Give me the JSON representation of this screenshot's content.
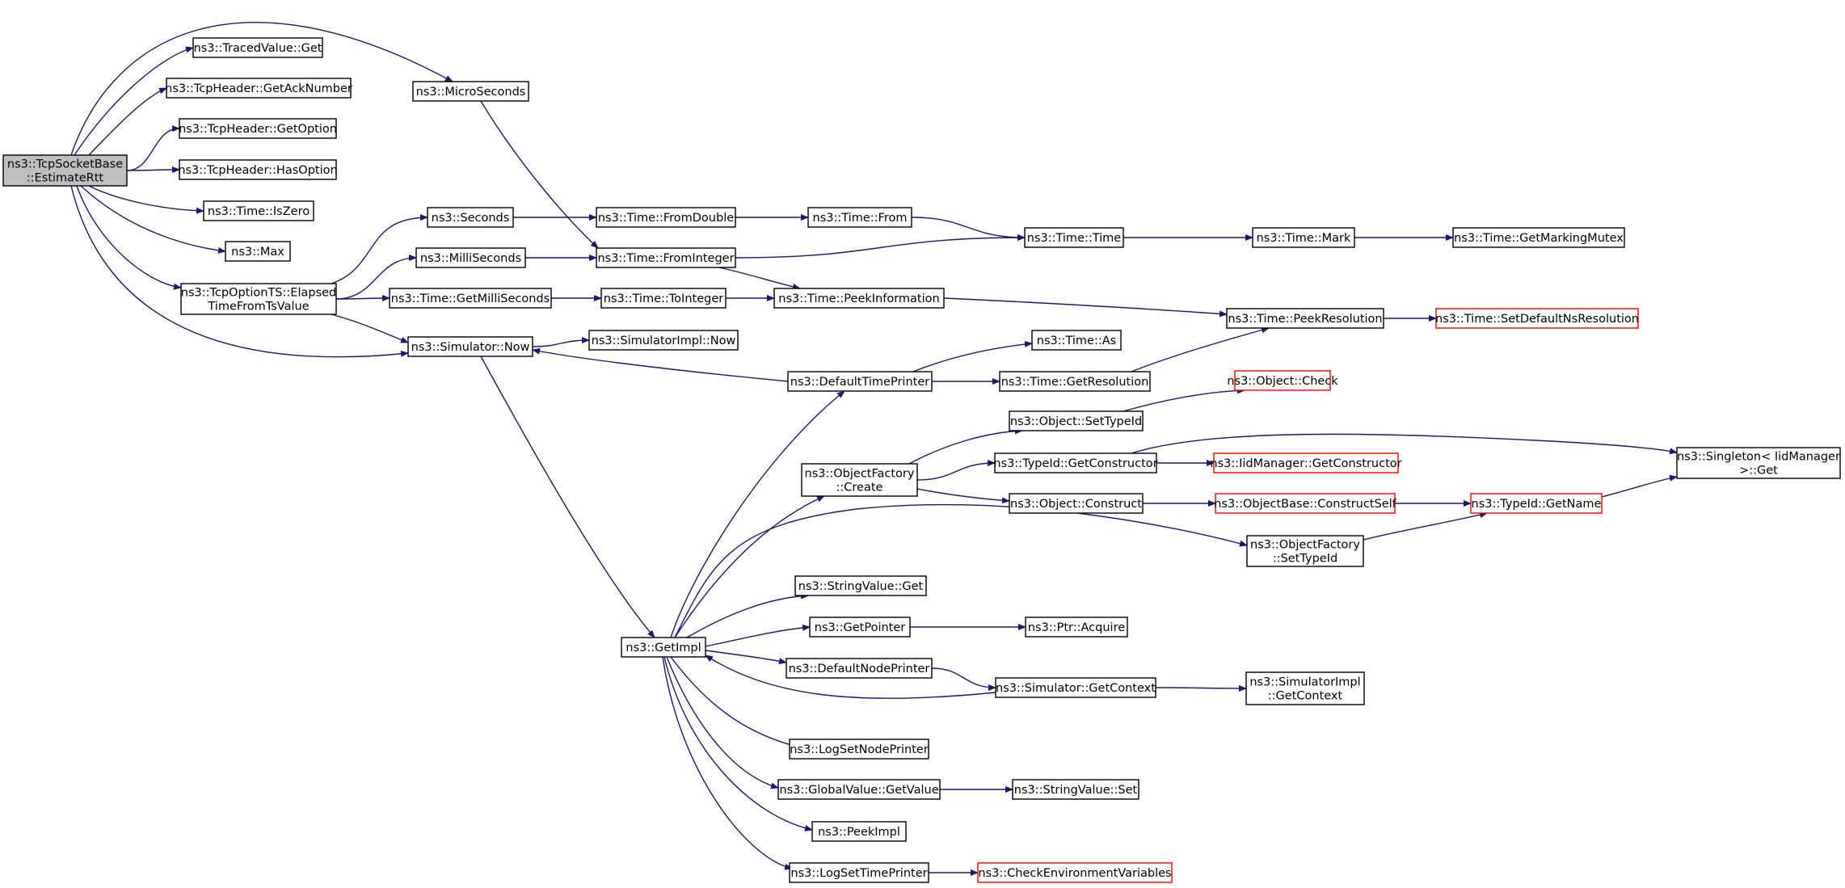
{
  "diagram": {
    "colors": {
      "edge": "#191970",
      "node_border": "#000000",
      "node_fill": "#ffffff",
      "root_fill": "#bfbfbf",
      "truncated_border": "#ff0000"
    },
    "nodes": [
      {
        "id": "root",
        "lines": [
          "ns3::TcpSocketBase",
          "::EstimateRtt"
        ],
        "kind": "root"
      },
      {
        "id": "tracedvalue-get",
        "lines": [
          "ns3::TracedValue::Get"
        ]
      },
      {
        "id": "tcpheader-getacknumber",
        "lines": [
          "ns3::TcpHeader::GetAckNumber"
        ]
      },
      {
        "id": "tcpheader-getoption",
        "lines": [
          "ns3::TcpHeader::GetOption"
        ]
      },
      {
        "id": "tcpheader-hasoption",
        "lines": [
          "ns3::TcpHeader::HasOption"
        ]
      },
      {
        "id": "time-iszero",
        "lines": [
          "ns3::Time::IsZero"
        ]
      },
      {
        "id": "max",
        "lines": [
          "ns3::Max"
        ]
      },
      {
        "id": "tcpoptionts-elapsed",
        "lines": [
          "ns3::TcpOptionTS::Elapsed",
          "TimeFromTsValue"
        ]
      },
      {
        "id": "microseconds",
        "lines": [
          "ns3::MicroSeconds"
        ]
      },
      {
        "id": "seconds",
        "lines": [
          "ns3::Seconds"
        ]
      },
      {
        "id": "milliseconds",
        "lines": [
          "ns3::MilliSeconds"
        ]
      },
      {
        "id": "time-getmilliseconds",
        "lines": [
          "ns3::Time::GetMilliSeconds"
        ]
      },
      {
        "id": "simulator-now",
        "lines": [
          "ns3::Simulator::Now"
        ]
      },
      {
        "id": "time-fromdouble",
        "lines": [
          "ns3::Time::FromDouble"
        ]
      },
      {
        "id": "time-frominteger",
        "lines": [
          "ns3::Time::FromInteger"
        ]
      },
      {
        "id": "time-tointeger",
        "lines": [
          "ns3::Time::ToInteger"
        ]
      },
      {
        "id": "simulatorimpl-now",
        "lines": [
          "ns3::SimulatorImpl::Now"
        ]
      },
      {
        "id": "time-from",
        "lines": [
          "ns3::Time::From"
        ]
      },
      {
        "id": "time-peekinformation",
        "lines": [
          "ns3::Time::PeekInformation"
        ]
      },
      {
        "id": "time-time",
        "lines": [
          "ns3::Time::Time"
        ]
      },
      {
        "id": "time-mark",
        "lines": [
          "ns3::Time::Mark"
        ]
      },
      {
        "id": "time-getmarkingmutex",
        "lines": [
          "ns3::Time::GetMarkingMutex"
        ]
      },
      {
        "id": "time-peekresolution",
        "lines": [
          "ns3::Time::PeekResolution"
        ]
      },
      {
        "id": "time-setdefaultnsresolution",
        "lines": [
          "ns3::Time::SetDefaultNsResolution"
        ],
        "kind": "truncated"
      },
      {
        "id": "time-as",
        "lines": [
          "ns3::Time::As"
        ]
      },
      {
        "id": "defaulttimeprinter",
        "lines": [
          "ns3::DefaultTimePrinter"
        ]
      },
      {
        "id": "time-getresolution",
        "lines": [
          "ns3::Time::GetResolution"
        ]
      },
      {
        "id": "object-check",
        "lines": [
          "ns3::Object::Check"
        ],
        "kind": "truncated"
      },
      {
        "id": "object-settypeid",
        "lines": [
          "ns3::Object::SetTypeId"
        ]
      },
      {
        "id": "typeid-getconstructor",
        "lines": [
          "ns3::TypeId::GetConstructor"
        ]
      },
      {
        "id": "iidmanager-getconstructor",
        "lines": [
          "ns3::IidManager::GetConstructor"
        ],
        "kind": "truncated"
      },
      {
        "id": "singleton-get",
        "lines": [
          "ns3::Singleton< IidManager",
          " >::Get"
        ]
      },
      {
        "id": "objectfactory-create",
        "lines": [
          "ns3::ObjectFactory",
          "::Create"
        ]
      },
      {
        "id": "object-construct",
        "lines": [
          "ns3::Object::Construct"
        ]
      },
      {
        "id": "objectbase-constructself",
        "lines": [
          "ns3::ObjectBase::ConstructSelf"
        ],
        "kind": "truncated"
      },
      {
        "id": "typeid-getname",
        "lines": [
          "ns3::TypeId::GetName"
        ],
        "kind": "truncated"
      },
      {
        "id": "objectfactory-settypeid",
        "lines": [
          "ns3::ObjectFactory",
          "::SetTypeId"
        ]
      },
      {
        "id": "stringvalue-get",
        "lines": [
          "ns3::StringValue::Get"
        ]
      },
      {
        "id": "getpointer",
        "lines": [
          "ns3::GetPointer"
        ]
      },
      {
        "id": "ptr-acquire",
        "lines": [
          "ns3::Ptr::Acquire"
        ]
      },
      {
        "id": "getimpl",
        "lines": [
          "ns3::GetImpl"
        ]
      },
      {
        "id": "defaultnodeprinter",
        "lines": [
          "ns3::DefaultNodePrinter"
        ]
      },
      {
        "id": "simulator-getcontext",
        "lines": [
          "ns3::Simulator::GetContext"
        ]
      },
      {
        "id": "simulatorimpl-getcontext",
        "lines": [
          "ns3::SimulatorImpl",
          "::GetContext"
        ]
      },
      {
        "id": "logsetnodeprinter",
        "lines": [
          "ns3::LogSetNodePrinter"
        ]
      },
      {
        "id": "globalvalue-getvalue",
        "lines": [
          "ns3::GlobalValue::GetValue"
        ]
      },
      {
        "id": "stringvalue-set",
        "lines": [
          "ns3::StringValue::Set"
        ]
      },
      {
        "id": "peekimpl",
        "lines": [
          "ns3::PeekImpl"
        ]
      },
      {
        "id": "logsettimeprinter",
        "lines": [
          "ns3::LogSetTimePrinter"
        ]
      },
      {
        "id": "checkenvironmentvariables",
        "lines": [
          "ns3::CheckEnvironmentVariables"
        ],
        "kind": "truncated"
      }
    ],
    "edges": [
      [
        "root",
        "microseconds"
      ],
      [
        "root",
        "tracedvalue-get"
      ],
      [
        "root",
        "tcpheader-getacknumber"
      ],
      [
        "root",
        "tcpheader-getoption"
      ],
      [
        "root",
        "tcpheader-hasoption"
      ],
      [
        "root",
        "time-iszero"
      ],
      [
        "root",
        "max"
      ],
      [
        "root",
        "tcpoptionts-elapsed"
      ],
      [
        "root",
        "simulator-now"
      ],
      [
        "microseconds",
        "time-frominteger"
      ],
      [
        "tcpoptionts-elapsed",
        "seconds"
      ],
      [
        "tcpoptionts-elapsed",
        "milliseconds"
      ],
      [
        "tcpoptionts-elapsed",
        "time-getmilliseconds"
      ],
      [
        "tcpoptionts-elapsed",
        "simulator-now"
      ],
      [
        "seconds",
        "time-fromdouble"
      ],
      [
        "milliseconds",
        "time-frominteger"
      ],
      [
        "time-getmilliseconds",
        "time-tointeger"
      ],
      [
        "time-fromdouble",
        "time-from"
      ],
      [
        "time-from",
        "time-time"
      ],
      [
        "time-frominteger",
        "time-time"
      ],
      [
        "time-frominteger",
        "time-peekinformation"
      ],
      [
        "time-tointeger",
        "time-peekinformation"
      ],
      [
        "time-time",
        "time-mark"
      ],
      [
        "time-mark",
        "time-getmarkingmutex"
      ],
      [
        "time-peekinformation",
        "time-peekresolution"
      ],
      [
        "time-peekresolution",
        "time-setdefaultnsresolution"
      ],
      [
        "simulator-now",
        "simulatorimpl-now"
      ],
      [
        "simulator-now",
        "getimpl"
      ],
      [
        "defaulttimeprinter",
        "simulator-now"
      ],
      [
        "defaulttimeprinter",
        "time-as"
      ],
      [
        "defaulttimeprinter",
        "time-getresolution"
      ],
      [
        "time-getresolution",
        "time-peekresolution"
      ],
      [
        "getimpl",
        "defaulttimeprinter"
      ],
      [
        "getimpl",
        "objectfactory-create"
      ],
      [
        "getimpl",
        "objectfactory-settypeid"
      ],
      [
        "getimpl",
        "stringvalue-get"
      ],
      [
        "getimpl",
        "getpointer"
      ],
      [
        "getimpl",
        "defaultnodeprinter"
      ],
      [
        "getimpl",
        "logsetnodeprinter"
      ],
      [
        "getimpl",
        "globalvalue-getvalue"
      ],
      [
        "getimpl",
        "peekimpl"
      ],
      [
        "getimpl",
        "logsettimeprinter"
      ],
      [
        "objectfactory-create",
        "object-settypeid"
      ],
      [
        "objectfactory-create",
        "typeid-getconstructor"
      ],
      [
        "objectfactory-create",
        "object-construct"
      ],
      [
        "object-settypeid",
        "object-check"
      ],
      [
        "typeid-getconstructor",
        "iidmanager-getconstructor"
      ],
      [
        "typeid-getconstructor",
        "singleton-get"
      ],
      [
        "object-construct",
        "objectbase-constructself"
      ],
      [
        "objectbase-constructself",
        "typeid-getname"
      ],
      [
        "objectfactory-settypeid",
        "typeid-getname"
      ],
      [
        "typeid-getname",
        "singleton-get"
      ],
      [
        "getpointer",
        "ptr-acquire"
      ],
      [
        "defaultnodeprinter",
        "simulator-getcontext"
      ],
      [
        "simulator-getcontext",
        "simulatorimpl-getcontext"
      ],
      [
        "simulator-getcontext",
        "getimpl"
      ],
      [
        "globalvalue-getvalue",
        "stringvalue-set"
      ],
      [
        "logsettimeprinter",
        "checkenvironmentvariables"
      ]
    ]
  }
}
